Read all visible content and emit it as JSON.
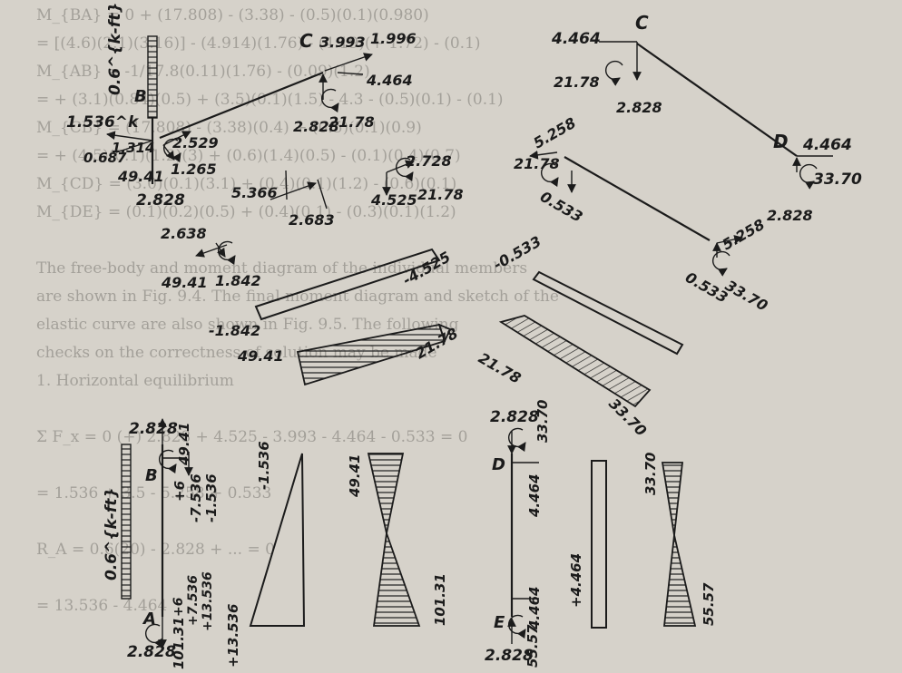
{
  "bg_lines": [
    "M_{BA} = 0 + (17.808) - (3.38) - (0.5)(0.1)(0.980)",
    "= [(4.6)(2.1)(3.16)] - (4.914)(1.76) - (4.19)(+ 1.72) - (0.1)",
    "M_{AB} = -1/17.8(0.11)(1.76) - (0.09)(1.2)",
    "= + (3.1)(0.84)(0.5) + (3.5)(0.1)(1.5) - 4.3 - (0.5)(0.1) - (0.1)",
    "M_{CB} = (17.808) - (3.38)(0.4) + (0.5)(0.1)(0.9)",
    "= + (4.5)(0.1)(1.2)(3) + (0.6)(1.4)(0.5) - (0.1)(0.4)(0.7)",
    "M_{CD} = (3.0)(0.1)(3.1) + (0.4)(0.1)(1.2) - (0.6)(0.1)",
    "M_{DE} = (0.1)(0.2)(0.5) + (0.4)(0.1) - (0.3)(0.1)(1.2)",
    "",
    "The free-body and moment diagram of the individual members",
    "are shown in Fig. 9.4. The final moment diagram and sketch of the",
    "elastic curve are also shown in Fig. 9.5. The following",
    "checks on the correctness of solution may be made",
    "1. Horizontal equilibrium",
    "",
    "Σ F_x = 0  (+) 2.828 + 4.525 - 3.993 - 4.464 - 0.533 = 0",
    "",
    "= 1.536 + 3.5 - 5.258 + 0.533",
    "",
    "R_A = 0.6(20) - 2.828 + ... = 0",
    "",
    "= 13.536 - 4.464"
  ],
  "labels": {
    "load_ab_top": "0.6^{k-ft}",
    "sec_b_h": "1.536^k",
    "sec_b_v1": "1.314",
    "sec_b_d1": "0.687",
    "sec_b_v2": "2.529",
    "sec_b_d2": "1.265",
    "sec_b_m": "49.41",
    "sec_b_ax": "2.828",
    "pt_b_top": "B",
    "pt_c_left": "C",
    "c_f1": "3.993",
    "c_f2": "1.996",
    "c_f3": "4.464",
    "c_m": "21.78",
    "c_ax": "2.828",
    "mid_f1": "5.366",
    "mid_f2": "2.683",
    "mid_r1": "2.728",
    "mid_r2": "4.525",
    "mid_rm": "21.78",
    "bl_f1": "2.638",
    "bl_f2": "1.842",
    "bl_m": "49.41",
    "v_left": "-1.842",
    "v_right": "-4.525",
    "m_left": "49.41",
    "m_right": "21.78",
    "pt_c_right": "C",
    "cr_h": "4.464",
    "cr_m": "21.78",
    "cr_v": "2.828",
    "pt_d_right": "D",
    "dr_h": "4.464",
    "dr_m": "33.70",
    "dr_v": "2.828",
    "cd_t1": "5.258",
    "cd_m1": "21.78",
    "cd_s1": "0.533",
    "cd_t2": "5.258",
    "cd_s2": "0.533",
    "cd_m2": "33.70",
    "cd_v": "-0.533",
    "cd_ml": "21.78",
    "cd_mr": "33.70",
    "ab_top": "2.828",
    "ab_b": "B",
    "ab_bm": "49.41",
    "ab_s1": "+6",
    "ab_s2": "-7.536",
    "ab_s3": "-1.536",
    "ab_load": "0.6^{k-ft}",
    "ab_a": "A",
    "ab_a1": "+6",
    "ab_a2": "+7.536",
    "ab_a3": "+13.536",
    "ab_am": "101.31",
    "ab_bot": "2.828",
    "v_ab_top": "-1.536",
    "v_ab_bot": "+13.536",
    "m_ab_top": "49.41",
    "m_ab_bot": "101.31",
    "de_top": "2.828",
    "de_tm": "33.70",
    "de_d": "D",
    "de_s1": "4.464",
    "de_e": "E",
    "de_s2": "4.464",
    "de_bm": "55.57",
    "de_bot": "2.828",
    "v_de": "+4.464",
    "m_de_top": "33.70",
    "m_de_bot": "55.57"
  }
}
